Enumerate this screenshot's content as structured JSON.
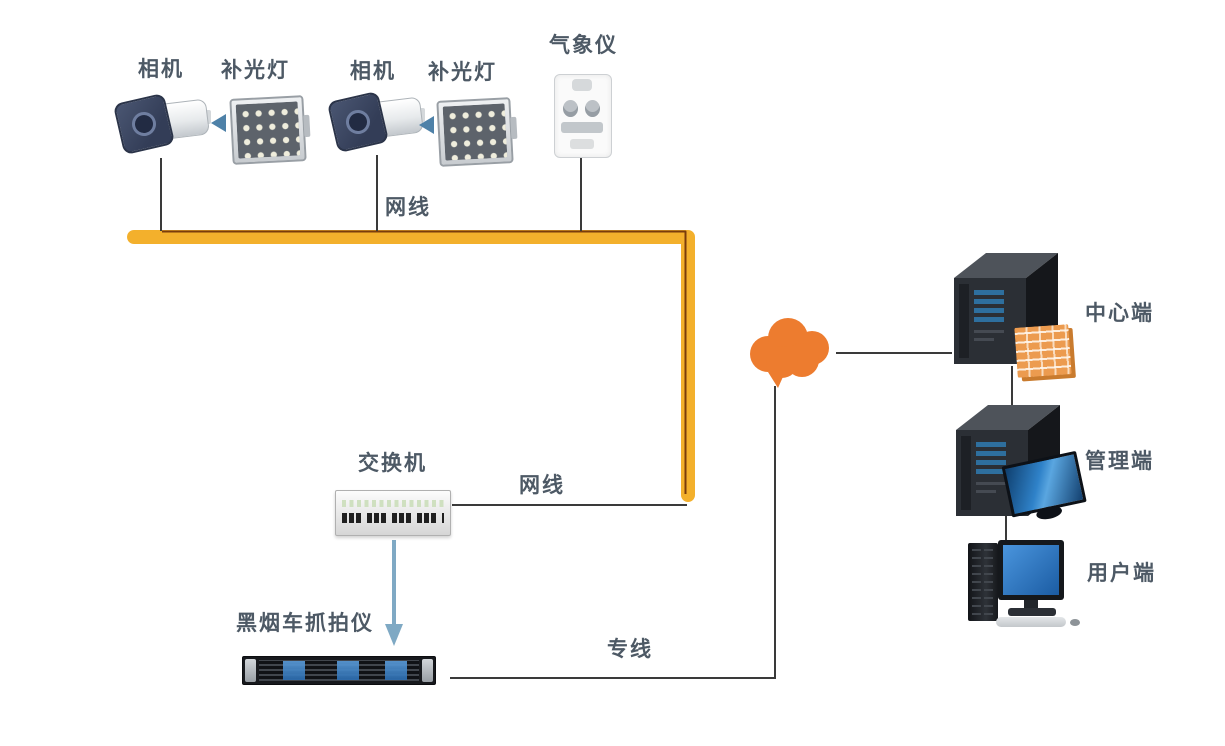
{
  "diagram_type": "network-topology",
  "labels": {
    "camera_1": "相机",
    "fill_light_1": "补光灯",
    "camera_2": "相机",
    "fill_light_2": "补光灯",
    "weather_station": "气象仪",
    "network_cable_top": "网线",
    "switch": "交换机",
    "network_cable_switch": "网线",
    "smoke_vehicle_capture": "黑烟车抓拍仪",
    "dedicated_line": "专线",
    "center_terminal": "中心端",
    "management_terminal": "管理端",
    "user_terminal": "用户端"
  },
  "icons": {
    "camera": "bullet-camera-icon",
    "fill_light": "led-panel-icon",
    "light_direction": "left-triangle-icon",
    "weather_station": "weather-sensor-icon",
    "switch": "network-switch-icon",
    "capture_unit": "rack-server-icon",
    "cloud": "cloud-icon",
    "firewall": "firewall-icon",
    "server": "tower-server-icon",
    "monitor": "monitor-icon",
    "desktop": "desktop-computer-icon",
    "arrow": "down-arrow-icon"
  },
  "colors": {
    "cable_bus": "#F3B02C",
    "cable_bus_edge": "#7A3C0C",
    "cloud": "#ED7C2F",
    "firewall": "#EC9B4F",
    "arrow_blue": "#7FA9C4",
    "connector_line": "#3A3A3A",
    "label_text": "#4D5965",
    "screen_blue": "#2878C8"
  },
  "connections": [
    {
      "from": "camera-1",
      "to": "cable-bus"
    },
    {
      "from": "camera-2",
      "to": "cable-bus"
    },
    {
      "from": "weather-station",
      "to": "cable-bus"
    },
    {
      "from": "switch",
      "to": "cable-bus",
      "label": "网线"
    },
    {
      "from": "switch",
      "to": "smoke-vehicle-capture",
      "type": "arrow"
    },
    {
      "from": "smoke-vehicle-capture",
      "to": "cloud",
      "label": "专线"
    },
    {
      "from": "cloud",
      "to": "center-terminal"
    },
    {
      "from": "center-terminal",
      "to": "management-terminal"
    },
    {
      "from": "management-terminal",
      "to": "user-terminal"
    }
  ]
}
